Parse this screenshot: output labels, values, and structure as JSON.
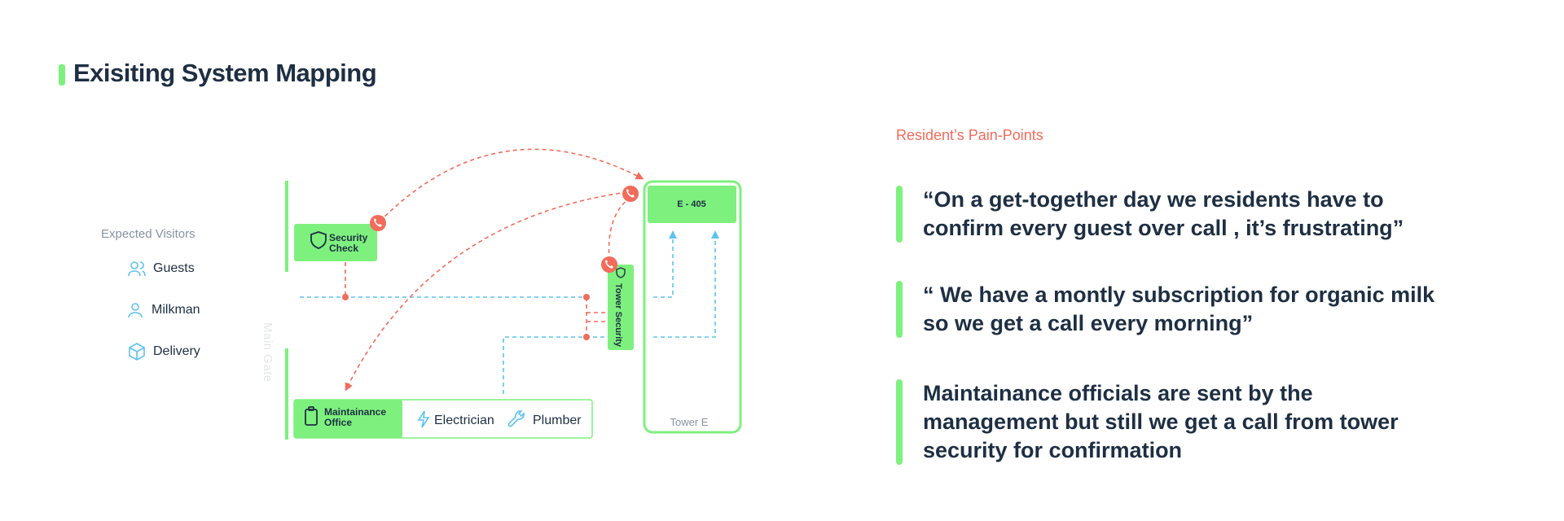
{
  "page": {
    "title": "Exisiting System Mapping"
  },
  "diagram": {
    "expected_visitors_title": "Expected Visitors",
    "visitors": [
      {
        "label": "Guests",
        "icon": "users-icon"
      },
      {
        "label": "Milkman",
        "icon": "user-icon"
      },
      {
        "label": "Delivery",
        "icon": "package-icon"
      }
    ],
    "main_gate_label": "Main Gate",
    "security_check": "Security Check",
    "tower_security": "Tower Security",
    "flat_label": "E - 405",
    "tower_label": "Tower E",
    "maintenance_office": "Maintainance Office",
    "electrician": "Electrician",
    "plumber": "Plumber",
    "colors": {
      "accent": "#7ef07e",
      "call": "#f26b5b",
      "flow": "#5bc3ee",
      "text": "#1e2f43"
    }
  },
  "pain_points": {
    "header": "Resident’s Pain-Points",
    "quotes": [
      "“On a get-together day we residents have to confirm every guest over call , it’s frustrating”",
      "“ We have a montly subscription for organic milk so we get a call every morning”",
      "Maintainance officials are sent by the management but still we get a call from tower security for confirmation"
    ]
  }
}
